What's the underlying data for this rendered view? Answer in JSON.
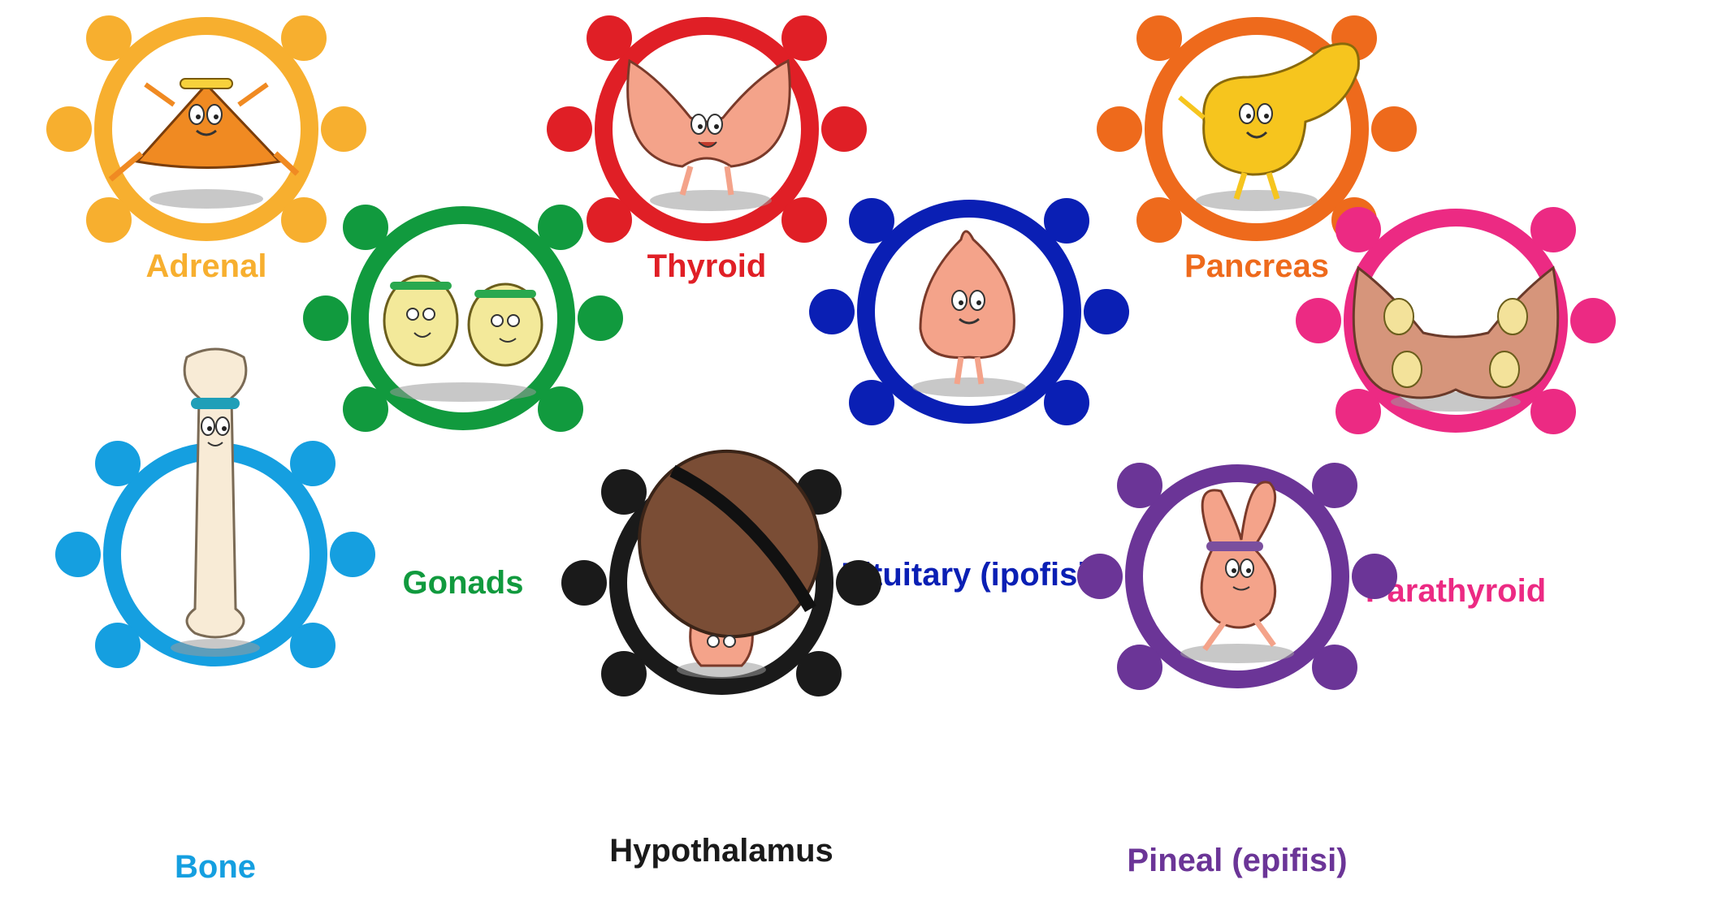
{
  "glands": [
    {
      "key": "adrenal",
      "name": "Adrenal",
      "color": "#F7AF2F",
      "icon": "adrenal-character-icon"
    },
    {
      "key": "thyroid",
      "name": "Thyroid",
      "color": "#E01F26",
      "icon": "thyroid-character-icon"
    },
    {
      "key": "pancreas",
      "name": "Pancreas",
      "color": "#EE6A1C",
      "icon": "pancreas-character-icon"
    },
    {
      "key": "gonads",
      "name": "Gonads",
      "color": "#119A3E",
      "icon": "gonads-characters-icon"
    },
    {
      "key": "pituitary",
      "name": "Pituitary (ipofisi)",
      "color": "#0A1FB4",
      "icon": "pituitary-character-icon"
    },
    {
      "key": "parathyroid",
      "name": "Parathyroid",
      "color": "#EC2A83",
      "icon": "parathyroid-characters-icon"
    },
    {
      "key": "bone",
      "name": "Bone",
      "color": "#159FE0",
      "icon": "bone-character-icon"
    },
    {
      "key": "hypothalamus",
      "name": "Hypothalamus",
      "color": "#1A1A1A",
      "icon": "hypothalamus-character-icon"
    },
    {
      "key": "pineal",
      "name": "Pineal (epifisi)",
      "color": "#6B3597",
      "icon": "pineal-character-icon"
    }
  ]
}
